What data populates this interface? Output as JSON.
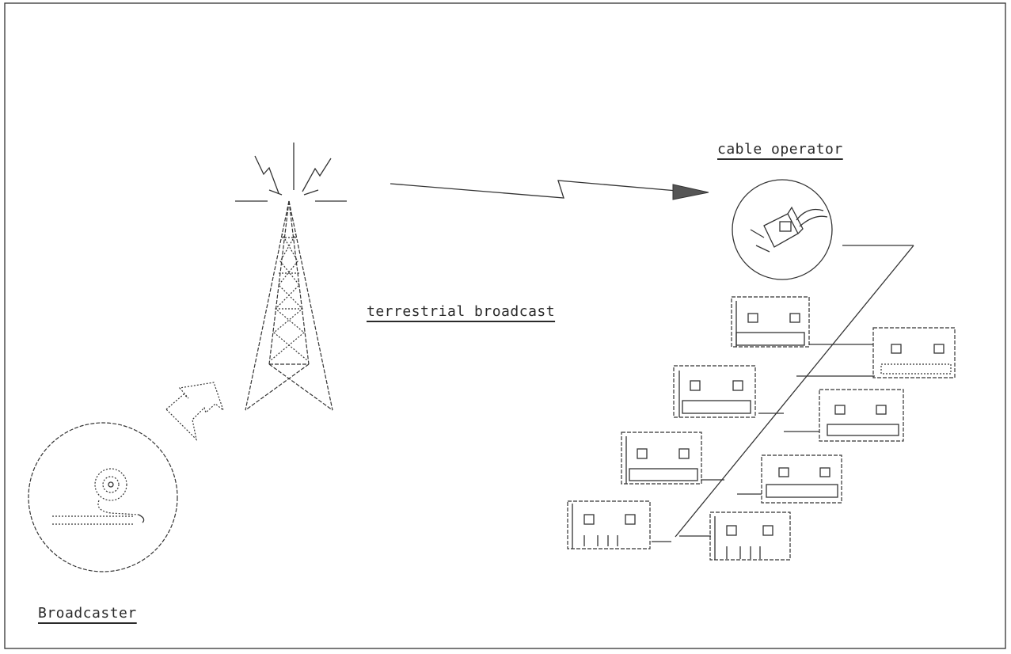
{
  "labels": {
    "cable_operator": "cable operator",
    "terrestrial_broadcast": "terrestrial broadcast",
    "broadcaster": "Broadcaster"
  },
  "icons": [
    "broadcaster-studio-icon",
    "radio-tower-icon",
    "signal-arrow-icon",
    "cable-plug-icon",
    "house-icon"
  ],
  "colors": {
    "ink": "#333333",
    "arrow_fill": "#555555"
  }
}
